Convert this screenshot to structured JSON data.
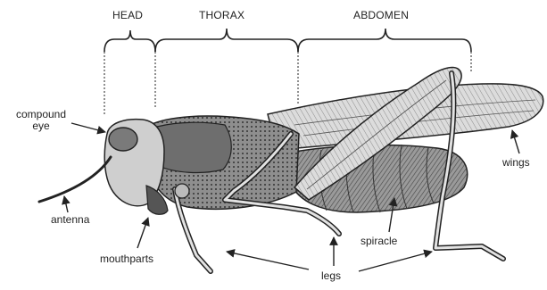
{
  "segments": {
    "head": "HEAD",
    "thorax": "THORAX",
    "abdomen": "ABDOMEN"
  },
  "parts": {
    "compound_eye_line1": "compound",
    "compound_eye_line2": "eye",
    "antenna": "antenna",
    "mouthparts": "mouthparts",
    "legs": "legs",
    "spiracle": "spiracle",
    "wings": "wings"
  },
  "colors": {
    "ink": "#222222",
    "body_fill": "#8a8a8a",
    "light_fill": "#d6d6d6",
    "background": "#ffffff"
  }
}
